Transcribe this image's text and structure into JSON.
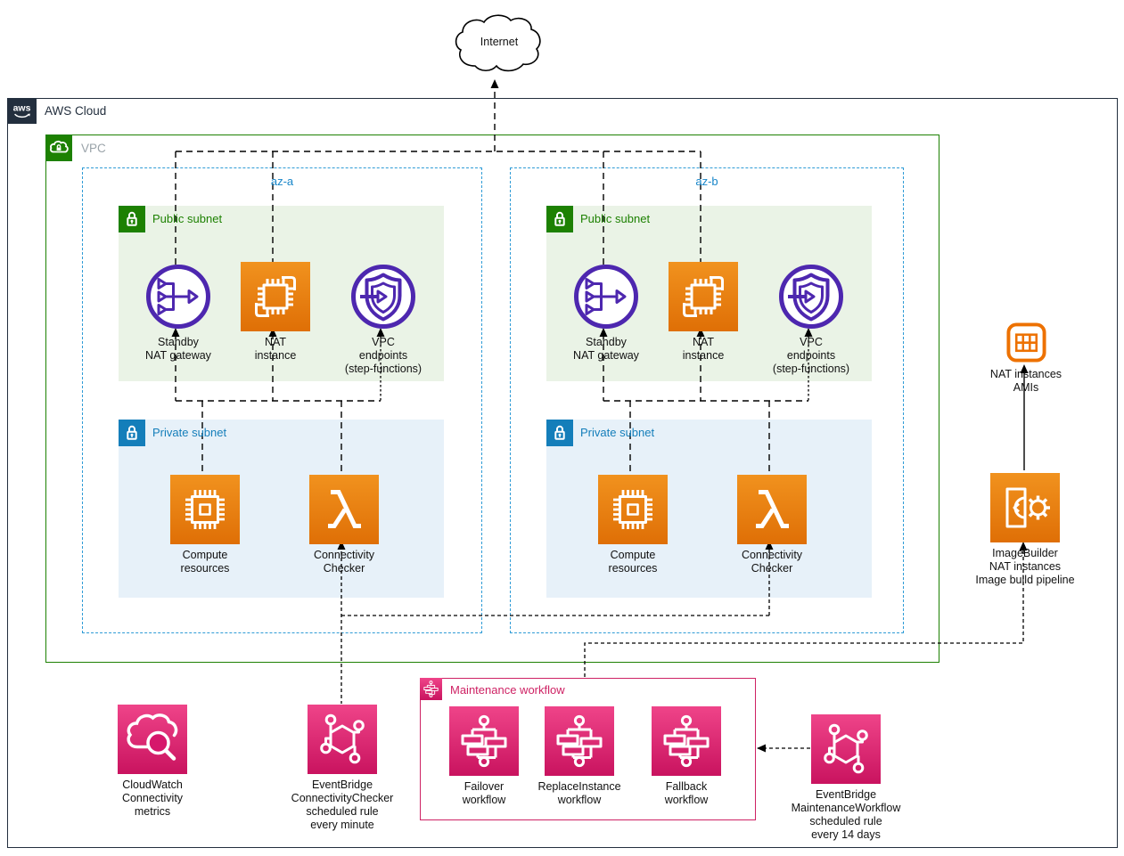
{
  "internet": {
    "label": "Internet",
    "icon": "internet-cloud-icon"
  },
  "aws_cloud": {
    "label": "AWS Cloud",
    "icon": "aws-logo-icon"
  },
  "vpc": {
    "label": "VPC",
    "icon": "vpc-icon"
  },
  "azs": [
    {
      "label": "az-a",
      "public_subnet": {
        "label": "Public subnet",
        "icon": "open-lock-icon",
        "items": [
          {
            "label": "Standby\nNAT gateway",
            "icon": "nat-gateway-icon"
          },
          {
            "label": "NAT\ninstance",
            "icon": "ec2-instance-icon"
          },
          {
            "label": "VPC\nendpoints\n(step-functions)",
            "icon": "vpc-endpoints-icon"
          }
        ]
      },
      "private_subnet": {
        "label": "Private subnet",
        "icon": "closed-lock-icon",
        "items": [
          {
            "label": "Compute\nresources",
            "icon": "ec2-compute-icon"
          },
          {
            "label": "Connectivity\nChecker",
            "icon": "lambda-icon"
          }
        ]
      }
    },
    {
      "label": "az-b",
      "public_subnet": {
        "label": "Public subnet",
        "icon": "open-lock-icon",
        "items": [
          {
            "label": "Standby\nNAT gateway",
            "icon": "nat-gateway-icon"
          },
          {
            "label": "NAT\ninstance",
            "icon": "ec2-instance-icon"
          },
          {
            "label": "VPC\nendpoints\n(step-functions)",
            "icon": "vpc-endpoints-icon"
          }
        ]
      },
      "private_subnet": {
        "label": "Private subnet",
        "icon": "closed-lock-icon",
        "items": [
          {
            "label": "Compute\nresources",
            "icon": "ec2-compute-icon"
          },
          {
            "label": "Connectivity\nChecker",
            "icon": "lambda-icon"
          }
        ]
      }
    }
  ],
  "right_column": {
    "amis": {
      "label": "NAT instances\nAMIs",
      "icon": "ami-icon"
    },
    "image_builder": {
      "label": "ImageBuilder\nNAT instances\nImage build pipeline",
      "icon": "image-builder-icon"
    }
  },
  "bottom": {
    "cloudwatch": {
      "label": "CloudWatch\nConnectivity\nmetrics",
      "icon": "cloudwatch-icon"
    },
    "eventbridge_connectivity": {
      "label": "EventBridge\nConnectivityChecker\nscheduled rule\nevery minute",
      "icon": "eventbridge-icon"
    },
    "maintenance": {
      "title": "Maintenance workflow",
      "icon": "step-functions-icon",
      "workflows": [
        {
          "label": "Failover\nworkflow",
          "icon": "step-functions-icon"
        },
        {
          "label": "ReplaceInstance\nworkflow",
          "icon": "step-functions-icon"
        },
        {
          "label": "Fallback\nworkflow",
          "icon": "step-functions-icon"
        }
      ]
    },
    "eventbridge_maintenance": {
      "label": "EventBridge\nMaintenanceWorkflow\nscheduled rule\nevery 14 days",
      "icon": "eventbridge-icon"
    }
  },
  "colors": {
    "orange": "#ED7100",
    "purple": "#4D27AF",
    "pink_gradient_top": "#EF4489",
    "pink_gradient_bottom": "#C9135F",
    "pink_border": "#CE2264",
    "green": "#1D8102",
    "blue": "#147EBA",
    "az_blue": "#2E9BD6",
    "dark_navy": "#232F3E"
  }
}
